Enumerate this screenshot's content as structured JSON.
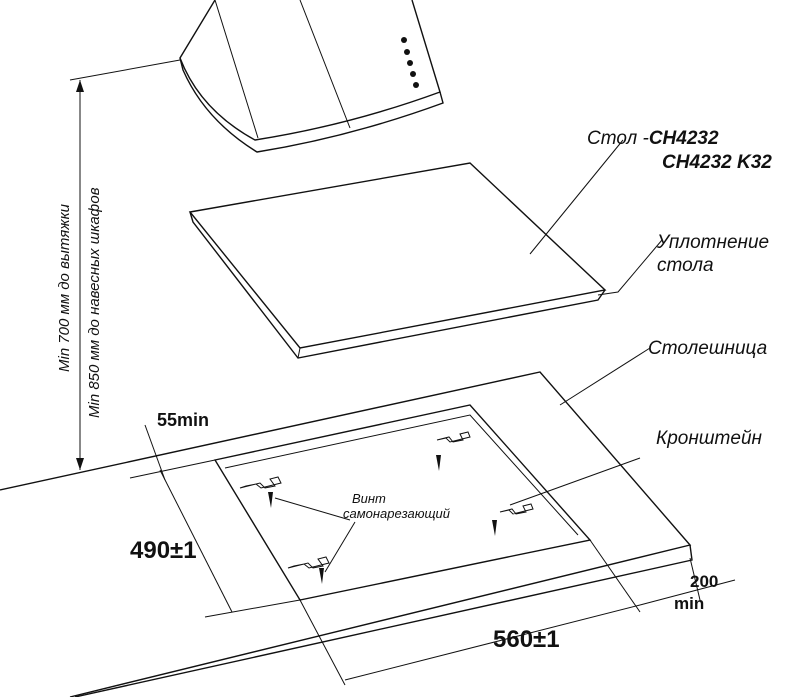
{
  "labels": {
    "hob_prefix": "Стол -",
    "hob_model_1": "CH4232",
    "hob_model_2": "CH4232 K32",
    "seal_line1": "Уплотнение",
    "seal_line2": "стола",
    "worktop": "Столешница",
    "bracket": "Кронштейн",
    "screw_line1": "Винт",
    "screw_line2": "самонарезающий",
    "height_hood": "Min 700 мм до вытяжки",
    "height_cabinets": "Min 850 мм до навесных шкафов"
  },
  "dimensions": {
    "back_gap": "55min",
    "depth": "490",
    "depth_tol": "±1",
    "width": "560",
    "width_tol": "±1",
    "side_gap_value": "200",
    "side_gap_unit": "min"
  }
}
